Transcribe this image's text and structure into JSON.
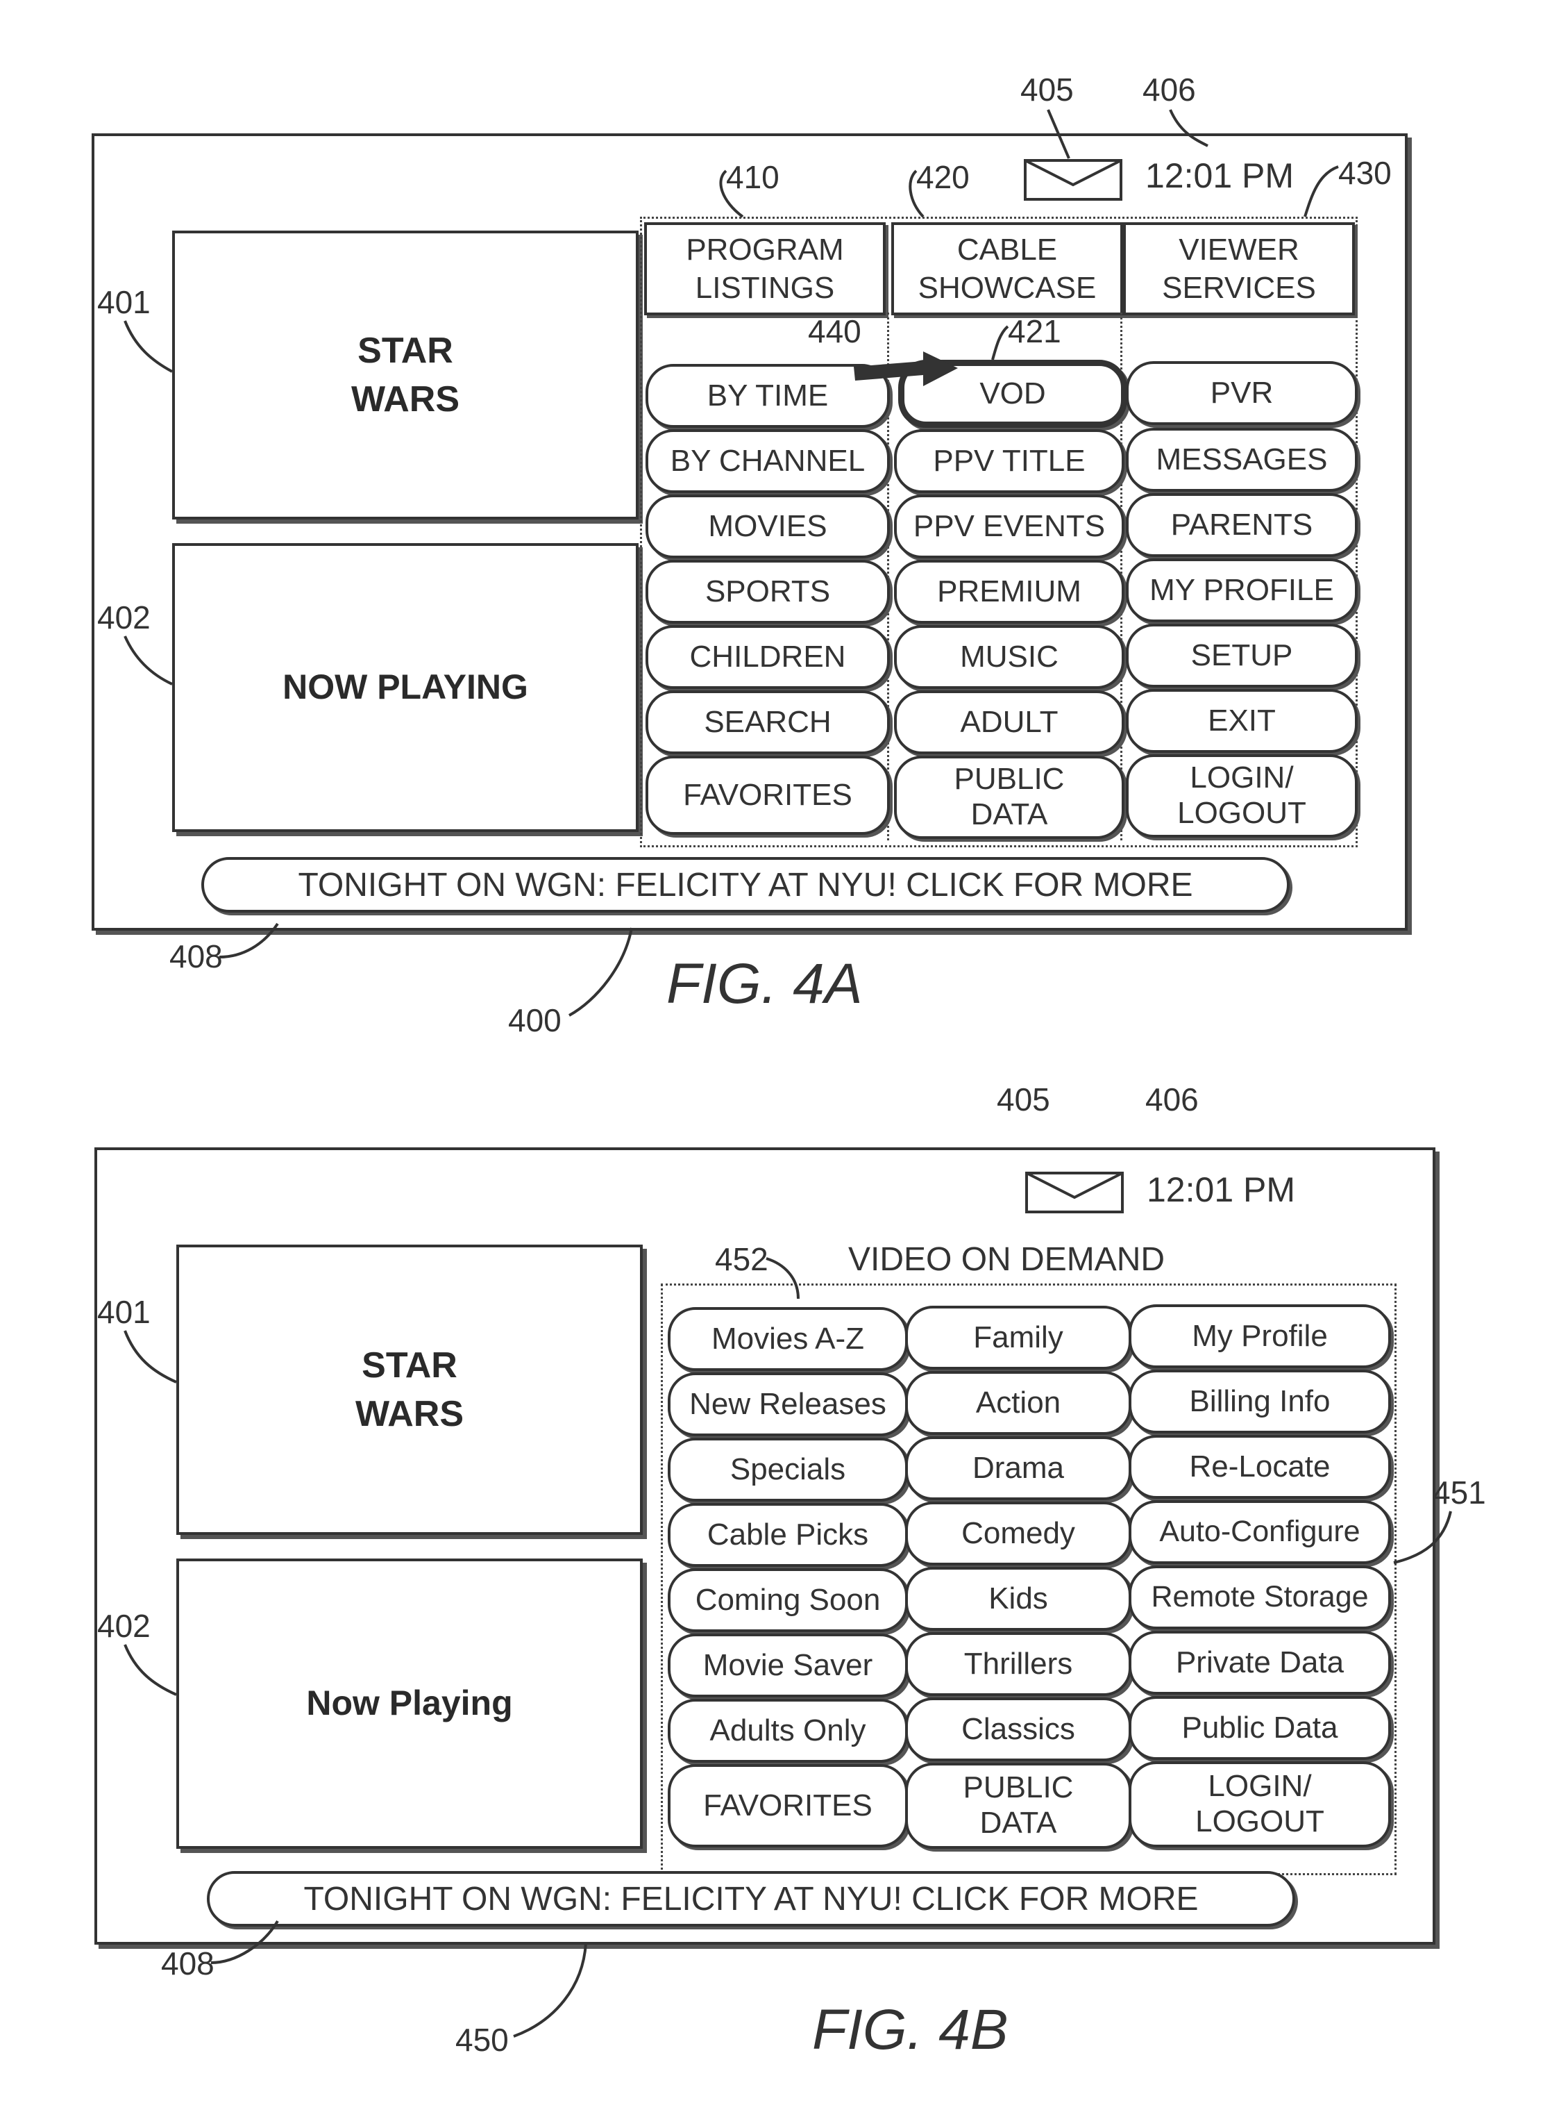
{
  "fig_a": {
    "label": "FIG. 4A",
    "clock": "12:01 PM",
    "preview_title": "STAR\nWARS",
    "now_playing": "NOW PLAYING",
    "tabs": [
      "PROGRAM\nLISTINGS",
      "CABLE\nSHOWCASE",
      "VIEWER\nSERVICES"
    ],
    "menu": [
      [
        "BY TIME",
        "VOD",
        "PVR"
      ],
      [
        "BY CHANNEL",
        "PPV TITLE",
        "MESSAGES"
      ],
      [
        "MOVIES",
        "PPV EVENTS",
        "PARENTS"
      ],
      [
        "SPORTS",
        "PREMIUM",
        "MY PROFILE"
      ],
      [
        "CHILDREN",
        "MUSIC",
        "SETUP"
      ],
      [
        "SEARCH",
        "ADULT",
        "EXIT"
      ],
      [
        "FAVORITES",
        "PUBLIC\nDATA",
        "LOGIN/\nLOGOUT"
      ]
    ],
    "selected_item": "VOD",
    "ticker": "TONIGHT ON WGN: FELICITY AT NYU! CLICK FOR MORE",
    "refs": {
      "r400": "400",
      "r401": "401",
      "r402": "402",
      "r405": "405",
      "r406": "406",
      "r408": "408",
      "r410": "410",
      "r420": "420",
      "r421": "421",
      "r430": "430",
      "r440": "440"
    }
  },
  "fig_b": {
    "label": "FIG. 4B",
    "clock": "12:01 PM",
    "preview_title": "STAR\nWARS",
    "now_playing": "Now Playing",
    "heading": "VIDEO ON DEMAND",
    "menu": [
      [
        "Movies A-Z",
        "Family",
        "My Profile"
      ],
      [
        "New Releases",
        "Action",
        "Billing Info"
      ],
      [
        "Specials",
        "Drama",
        "Re-Locate"
      ],
      [
        "Cable Picks",
        "Comedy",
        "Auto-Configure"
      ],
      [
        "Coming Soon",
        "Kids",
        "Remote Storage"
      ],
      [
        "Movie Saver",
        "Thrillers",
        "Private Data"
      ],
      [
        "Adults Only",
        "Classics",
        "Public Data"
      ],
      [
        "FAVORITES",
        "PUBLIC\nDATA",
        "LOGIN/\nLOGOUT"
      ]
    ],
    "ticker": "TONIGHT ON WGN: FELICITY AT NYU! CLICK FOR MORE",
    "refs": {
      "r401": "401",
      "r402": "402",
      "r405": "405",
      "r406": "406",
      "r408": "408",
      "r450": "450",
      "r451": "451",
      "r452": "452"
    }
  }
}
